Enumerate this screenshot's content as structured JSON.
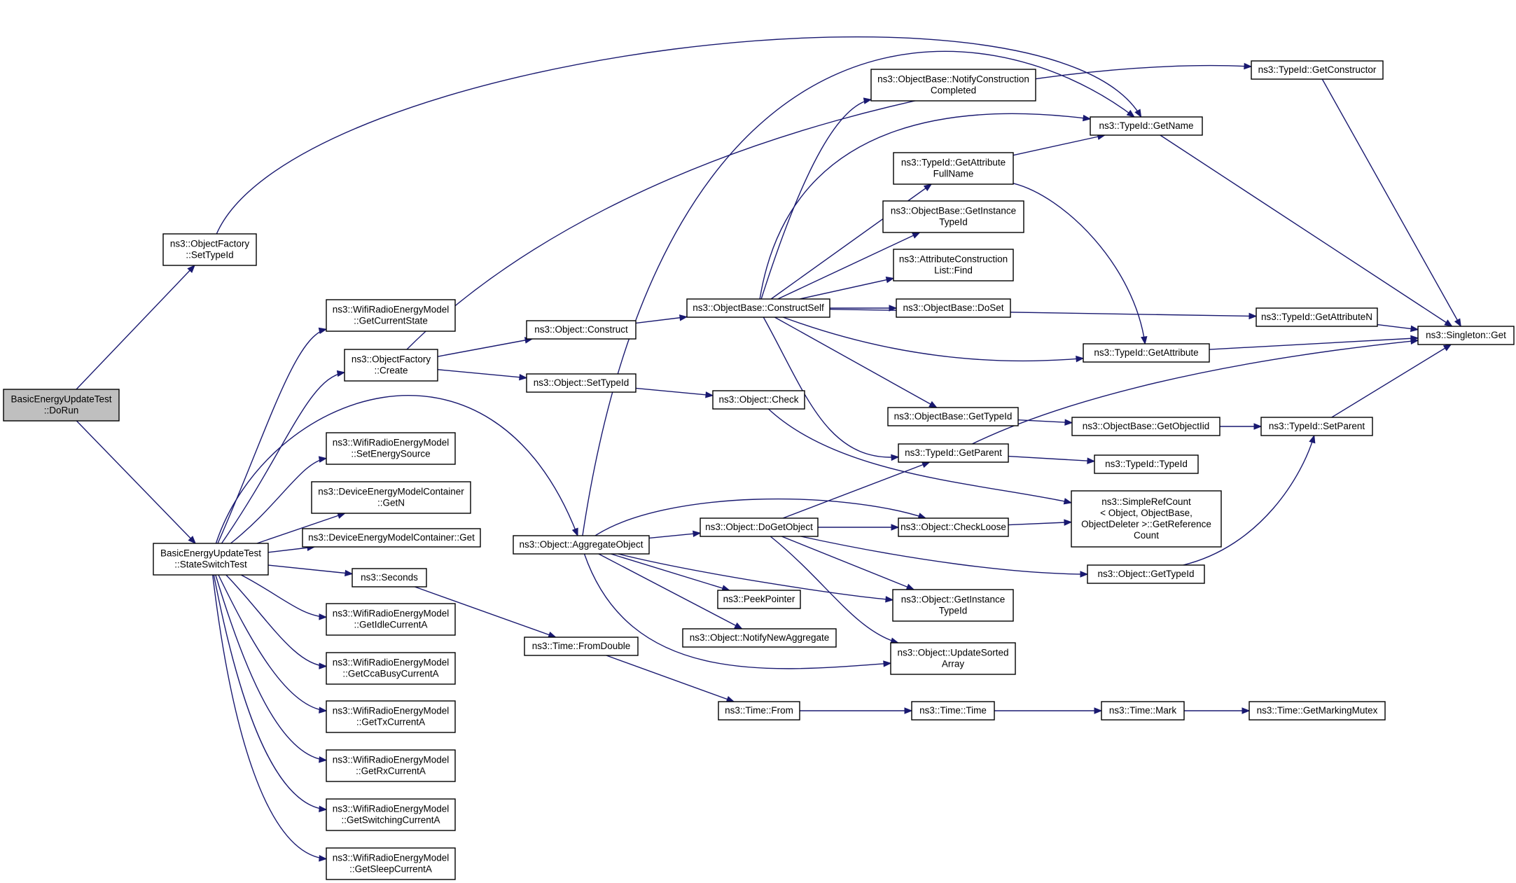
{
  "graph": {
    "edge_color": "#191970",
    "root_fill": "#bfbfbf",
    "nodes": [
      {
        "id": "dorun",
        "lines": [
          "BasicEnergyUpdateTest",
          "::DoRun"
        ],
        "root": true
      },
      {
        "id": "of_settypeid",
        "lines": [
          "ns3::ObjectFactory",
          "::SetTypeId"
        ]
      },
      {
        "id": "stateswitch",
        "lines": [
          "BasicEnergyUpdateTest",
          "::StateSwitchTest"
        ]
      },
      {
        "id": "getcurrentstate",
        "lines": [
          "ns3::WifiRadioEnergyModel",
          "::GetCurrentState"
        ]
      },
      {
        "id": "of_create",
        "lines": [
          "ns3::ObjectFactory",
          "::Create"
        ]
      },
      {
        "id": "setenergysource",
        "lines": [
          "ns3::WifiRadioEnergyModel",
          "::SetEnergySource"
        ]
      },
      {
        "id": "demc_getn",
        "lines": [
          "ns3::DeviceEnergyModelContainer",
          "::GetN"
        ]
      },
      {
        "id": "demc_get",
        "lines": [
          "ns3::DeviceEnergyModelContainer::Get"
        ]
      },
      {
        "id": "seconds",
        "lines": [
          "ns3::Seconds"
        ]
      },
      {
        "id": "getidle",
        "lines": [
          "ns3::WifiRadioEnergyModel",
          "::GetIdleCurrentA"
        ]
      },
      {
        "id": "getccabusy",
        "lines": [
          "ns3::WifiRadioEnergyModel",
          "::GetCcaBusyCurrentA"
        ]
      },
      {
        "id": "gettx",
        "lines": [
          "ns3::WifiRadioEnergyModel",
          "::GetTxCurrentA"
        ]
      },
      {
        "id": "getrx",
        "lines": [
          "ns3::WifiRadioEnergyModel",
          "::GetRxCurrentA"
        ]
      },
      {
        "id": "getswitching",
        "lines": [
          "ns3::WifiRadioEnergyModel",
          "::GetSwitchingCurrentA"
        ]
      },
      {
        "id": "getsleep",
        "lines": [
          "ns3::WifiRadioEnergyModel",
          "::GetSleepCurrentA"
        ]
      },
      {
        "id": "obj_construct",
        "lines": [
          "ns3::Object::Construct"
        ]
      },
      {
        "id": "obj_settypeid",
        "lines": [
          "ns3::Object::SetTypeId"
        ]
      },
      {
        "id": "aggregate",
        "lines": [
          "ns3::Object::AggregateObject"
        ]
      },
      {
        "id": "fromdouble",
        "lines": [
          "ns3::Time::FromDouble"
        ]
      },
      {
        "id": "constructself",
        "lines": [
          "ns3::ObjectBase::ConstructSelf"
        ]
      },
      {
        "id": "obj_check",
        "lines": [
          "ns3::Object::Check"
        ]
      },
      {
        "id": "dogetobject",
        "lines": [
          "ns3::Object::DoGetObject"
        ]
      },
      {
        "id": "peekpointer",
        "lines": [
          "ns3::PeekPointer"
        ]
      },
      {
        "id": "notifynewagg",
        "lines": [
          "ns3::Object::NotifyNewAggregate"
        ]
      },
      {
        "id": "time_from",
        "lines": [
          "ns3::Time::From"
        ]
      },
      {
        "id": "notifyconstruction",
        "lines": [
          "ns3::ObjectBase::NotifyConstruction",
          "Completed"
        ]
      },
      {
        "id": "getattrfullname",
        "lines": [
          "ns3::TypeId::GetAttribute",
          "FullName"
        ]
      },
      {
        "id": "getinstancetypeid_ob",
        "lines": [
          "ns3::ObjectBase::GetInstance",
          "TypeId"
        ]
      },
      {
        "id": "acl_find",
        "lines": [
          "ns3::AttributeConstruction",
          "List::Find"
        ]
      },
      {
        "id": "doset",
        "lines": [
          "ns3::ObjectBase::DoSet"
        ]
      },
      {
        "id": "ob_gettypeid",
        "lines": [
          "ns3::ObjectBase::GetTypeId"
        ]
      },
      {
        "id": "getparent",
        "lines": [
          "ns3::TypeId::GetParent"
        ]
      },
      {
        "id": "checkloose",
        "lines": [
          "ns3::Object::CheckLoose"
        ]
      },
      {
        "id": "obj_getinstancetypeid",
        "lines": [
          "ns3::Object::GetInstance",
          "TypeId"
        ]
      },
      {
        "id": "updatesorted",
        "lines": [
          "ns3::Object::UpdateSorted",
          "Array"
        ]
      },
      {
        "id": "time_time",
        "lines": [
          "ns3::Time::Time"
        ]
      },
      {
        "id": "getname",
        "lines": [
          "ns3::TypeId::GetName"
        ]
      },
      {
        "id": "getattribute",
        "lines": [
          "ns3::TypeId::GetAttribute"
        ]
      },
      {
        "id": "getobjectiid",
        "lines": [
          "ns3::ObjectBase::GetObjectIid"
        ]
      },
      {
        "id": "typeid_typeid",
        "lines": [
          "ns3::TypeId::TypeId"
        ]
      },
      {
        "id": "getreferencecount",
        "lines": [
          "ns3::SimpleRefCount",
          "< Object, ObjectBase,",
          "ObjectDeleter >::GetReference",
          "Count"
        ]
      },
      {
        "id": "obj_gettypeid",
        "lines": [
          "ns3::Object::GetTypeId"
        ]
      },
      {
        "id": "time_mark",
        "lines": [
          "ns3::Time::Mark"
        ]
      },
      {
        "id": "getconstructor",
        "lines": [
          "ns3::TypeId::GetConstructor"
        ]
      },
      {
        "id": "getattributen",
        "lines": [
          "ns3::TypeId::GetAttributeN"
        ]
      },
      {
        "id": "setparent",
        "lines": [
          "ns3::TypeId::SetParent"
        ]
      },
      {
        "id": "getmarkingmutex",
        "lines": [
          "ns3::Time::GetMarkingMutex"
        ]
      },
      {
        "id": "singleton_get",
        "lines": [
          "ns3::Singleton::Get"
        ]
      }
    ]
  }
}
